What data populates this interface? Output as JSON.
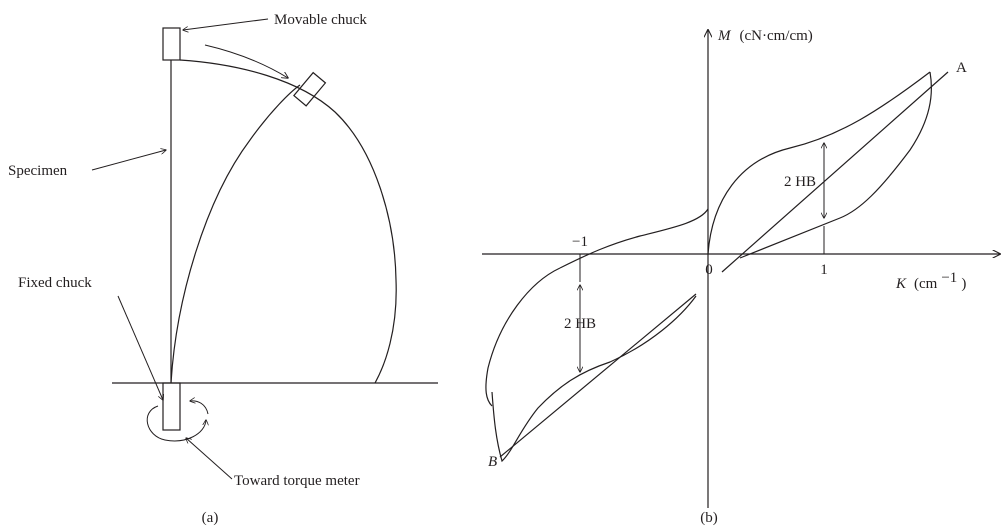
{
  "panel_a": {
    "caption": "(a)",
    "labels": {
      "movable_chuck": "Movable chuck",
      "specimen": "Specimen",
      "fixed_chuck": "Fixed chuck",
      "toward_torque_meter": "Toward torque meter"
    }
  },
  "panel_b": {
    "caption": "(b)",
    "y_axis_symbol": "M",
    "y_axis_unit": "(cN·cm/cm)",
    "x_axis_symbol": "K",
    "x_axis_unit_open": "(cm",
    "x_axis_unit_exp": "−1",
    "x_axis_unit_close": ")",
    "tick_neg1": "−1",
    "tick_0": "0",
    "tick_1": "1",
    "point_a": "A",
    "point_b": "B",
    "hysteresis_upper": "2 HB",
    "hysteresis_lower": "2 HB"
  }
}
